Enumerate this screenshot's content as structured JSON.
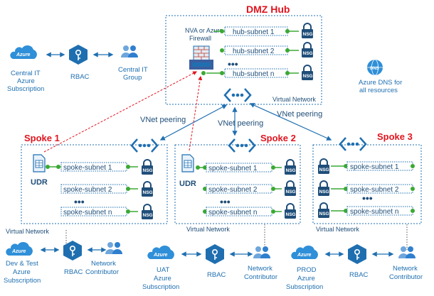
{
  "hub": {
    "title": "DMZ Hub",
    "nva_label_1": "NVA or Azure",
    "nva_label_2": "Firewall",
    "subnets": [
      "hub-subnet 1",
      "hub-subnet 2",
      "hub-subnet n"
    ],
    "vnet_label": "Virtual Network",
    "nsg_label": "NSG",
    "ellipsis": "•••"
  },
  "central": {
    "azure_badge": "Azure",
    "subscription": [
      "Central IT",
      "Azure",
      "Subscription"
    ],
    "rbac": "RBAC",
    "group": [
      "Central IT",
      "Group"
    ]
  },
  "dns": {
    "label": [
      "Azure DNS for",
      "all resources"
    ],
    "badge": "DNS"
  },
  "peering_label": "VNet peering",
  "spoke1": {
    "title": "Spoke 1",
    "udr": "UDR",
    "subnets": [
      "spoke-subnet 1",
      "spoke-subnet 2",
      "spoke-subnet n"
    ],
    "vnet_label": "Virtual Network",
    "subscription": [
      "Dev & Test",
      "Azure",
      "Subscription"
    ],
    "rbac": "RBAC",
    "group": [
      "Network",
      "Contributor"
    ]
  },
  "spoke2": {
    "title": "Spoke 2",
    "udr": "UDR",
    "subnets": [
      "spoke-subnet 1",
      "spoke-subnet 2",
      "spoke-subnet n"
    ],
    "vnet_label": "Virtual Network",
    "subscription": [
      "UAT",
      "Azure",
      "Subscription"
    ],
    "rbac": "RBAC",
    "group": [
      "Network",
      "Contributor"
    ]
  },
  "spoke3": {
    "title": "Spoke 3",
    "subnets": [
      "spoke-subnet 1",
      "spoke-subnet 2",
      "spoke-subnet n"
    ],
    "vnet_label": "Virtual Network",
    "subscription": [
      "PROD",
      "Azure",
      "Subscription"
    ],
    "rbac": "RBAC",
    "group": [
      "Network",
      "Contributor"
    ]
  },
  "colors": {
    "primary": "#1f6fb0",
    "accent": "#2f8fd8",
    "dark": "#1f4e79",
    "red": "#e0141e",
    "green": "#3aa935"
  }
}
